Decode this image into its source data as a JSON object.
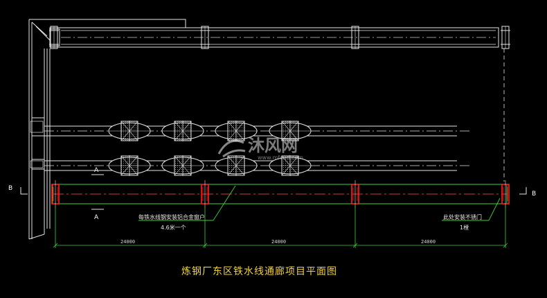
{
  "drawing": {
    "title": "炼钢厂东区铁水线通廊项目平面图",
    "colors": {
      "background": "#000000",
      "structure": "#e6e6e6",
      "centerline": "#d23c3c",
      "highlight": "#ff2020",
      "green": "#3cd23c",
      "title": "#f0d23c"
    }
  },
  "section_marks": {
    "a_top": "A",
    "a_bottom": "A",
    "b_left": "B",
    "b_right": "B"
  },
  "annotations": {
    "left_line1": "每铁水线钢安装铝合金窗户",
    "left_line2": "4.6米一个",
    "right_line1": "此处安装不锈门",
    "right_line2": "1樘"
  },
  "dimensions": [
    "24000",
    "24000",
    "24000"
  ],
  "watermark": {
    "brand": "沐风网",
    "url": "www.mfcad.com",
    "icon": "logo-icon"
  }
}
